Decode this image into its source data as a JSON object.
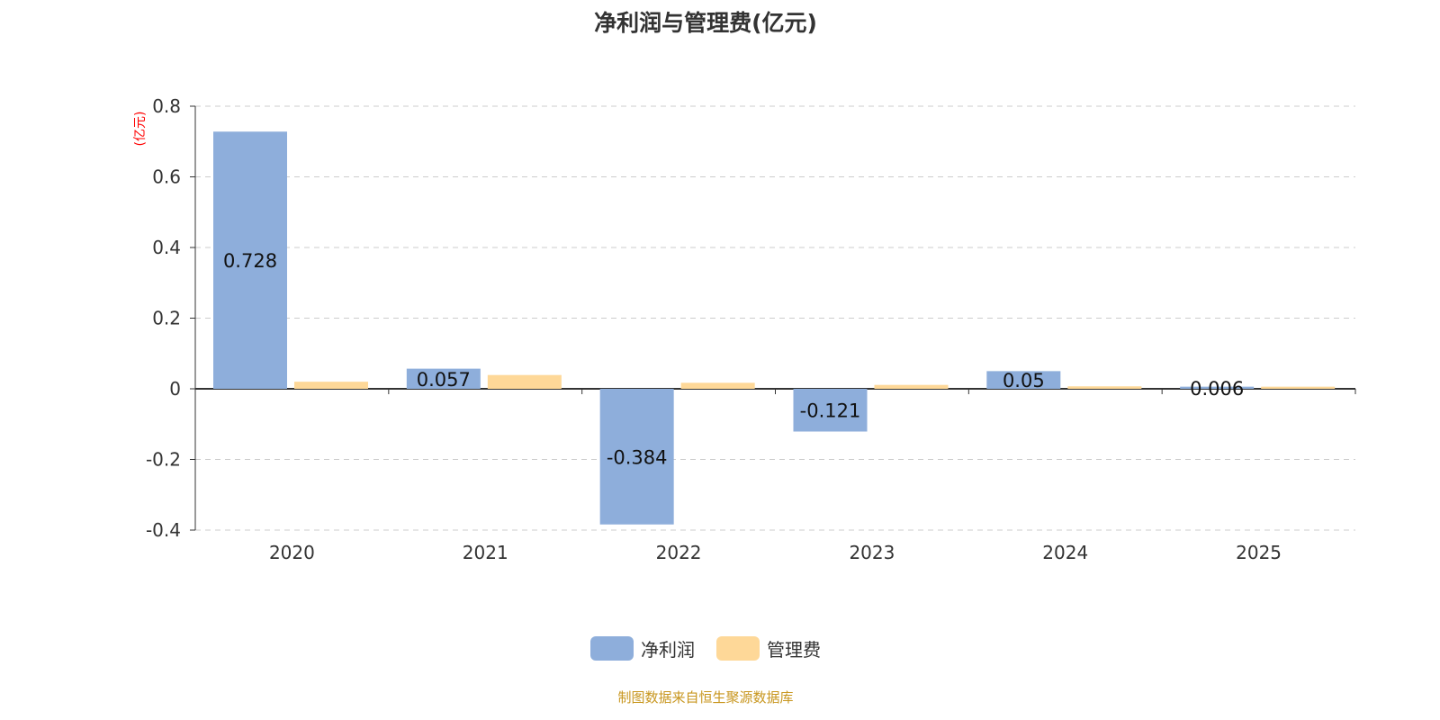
{
  "chart_data": {
    "type": "bar",
    "title": "净利润与管理费(亿元)",
    "ylabel": "(亿元)",
    "categories": [
      "2020",
      "2021",
      "2022",
      "2023",
      "2024",
      "2025"
    ],
    "yticks": [
      "0.8",
      "0.6",
      "0.4",
      "0.2",
      "0",
      "-0.2",
      "-0.4"
    ],
    "ylim": [
      -0.4,
      0.8
    ],
    "grid": true,
    "legend_position": "bottom",
    "series": [
      {
        "name": "净利润",
        "color": "#8eaedb",
        "values": [
          0.728,
          0.057,
          -0.384,
          -0.121,
          0.05,
          0.006
        ],
        "labels": [
          "0.728",
          "0.057",
          "-0.384",
          "-0.121",
          "0.05",
          "0.006"
        ]
      },
      {
        "name": "管理费",
        "color": "#fed898",
        "values": [
          0.02,
          0.039,
          0.017,
          0.011,
          0.007,
          0.006
        ]
      }
    ]
  },
  "source": "制图数据来自恒生聚源数据库"
}
